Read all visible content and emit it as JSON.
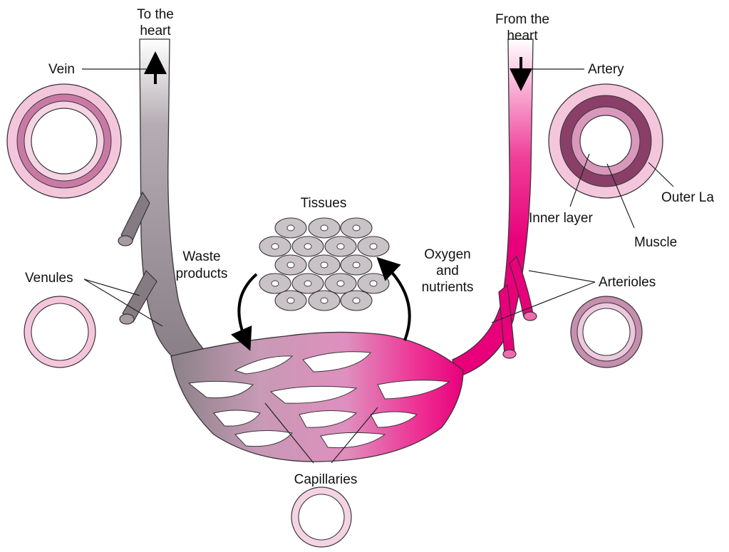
{
  "labels": {
    "to_heart": [
      "To the",
      "heart"
    ],
    "from_heart": [
      "From the",
      "heart"
    ],
    "vein": "Vein",
    "artery": "Artery",
    "venules": "Venules",
    "arterioles": "Arterioles",
    "tissues": "Tissues",
    "waste": [
      "Waste",
      "products"
    ],
    "oxygen": [
      "Oxygen",
      "and",
      "nutrients"
    ],
    "capillaries": "Capillaries",
    "inner_layer": "Inner layer",
    "muscle": "Muscle",
    "outer_layer": "Outer La"
  },
  "colors": {
    "vein": "#8a8188",
    "artery": "#e8007a",
    "capillary": "#d98ab8",
    "wall_pink": "#f2bfd8",
    "cell": "#c9c3c7"
  }
}
